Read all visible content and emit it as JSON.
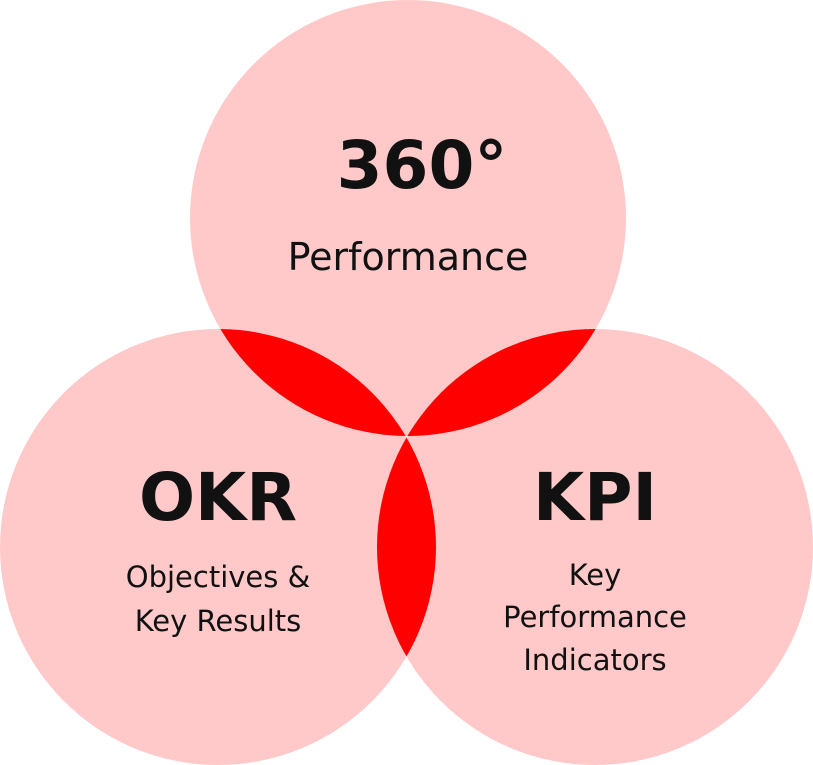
{
  "colors": {
    "circle": "#FFC9C9",
    "overlap": "#FF0000",
    "text": "#111111"
  },
  "circles": [
    {
      "title": "360°",
      "lines": [
        "Performance"
      ]
    },
    {
      "title": "OKR",
      "lines": [
        "Objectives &",
        "Key Results"
      ]
    },
    {
      "title": "KPI",
      "lines": [
        "Key",
        "Performance",
        "Indicators"
      ]
    }
  ]
}
